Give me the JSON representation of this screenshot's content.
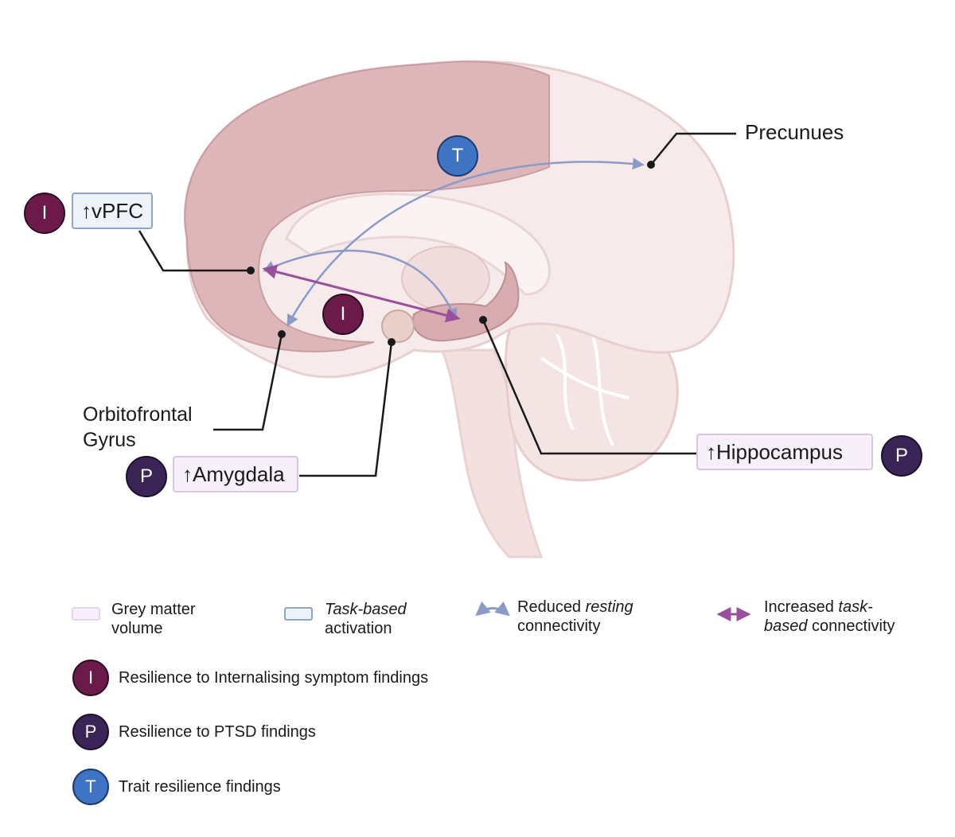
{
  "colors": {
    "internalising": "#6b1a4a",
    "ptsd": "#3b2456",
    "trait": "#3f73c4",
    "resting_arrow": "#8b9bc8",
    "task_arrow": "#9a4f9c",
    "brain_highlight": "#dcb4b8",
    "brain_base": "#f6e8e8"
  },
  "regions": {
    "vpfc": {
      "arrow": "↑",
      "name": "vPFC",
      "badge": "I"
    },
    "precuneus": {
      "name": "Precunues"
    },
    "orbitofrontal": {
      "line1": "Orbitofrontal",
      "line2": "Gyrus"
    },
    "amygdala": {
      "arrow": "↑",
      "name": "Amygdala",
      "badge": "P"
    },
    "hippocampus": {
      "arrow": "↑",
      "name": "Hippocampus",
      "badge": "P"
    }
  },
  "brain_badges": {
    "trait": "T",
    "internalising": "I"
  },
  "legend": {
    "grey_matter": {
      "line1": "Grey matter",
      "line2": "volume"
    },
    "task_activation": {
      "line1": "Task-based",
      "line2": "activation"
    },
    "reduced_resting": {
      "line1a": "Reduced ",
      "line1b": "resting",
      "line2": "connectivity"
    },
    "increased_task": {
      "line1a": "Increased ",
      "line1b": "task-",
      "line2a": "based",
      "line2b": " connectivity"
    },
    "rows": [
      {
        "badge": "I",
        "text": "Resilience to Internalising symptom findings"
      },
      {
        "badge": "P",
        "text": "Resilience to PTSD findings"
      },
      {
        "badge": "T",
        "text": "Trait resilience findings"
      }
    ]
  }
}
